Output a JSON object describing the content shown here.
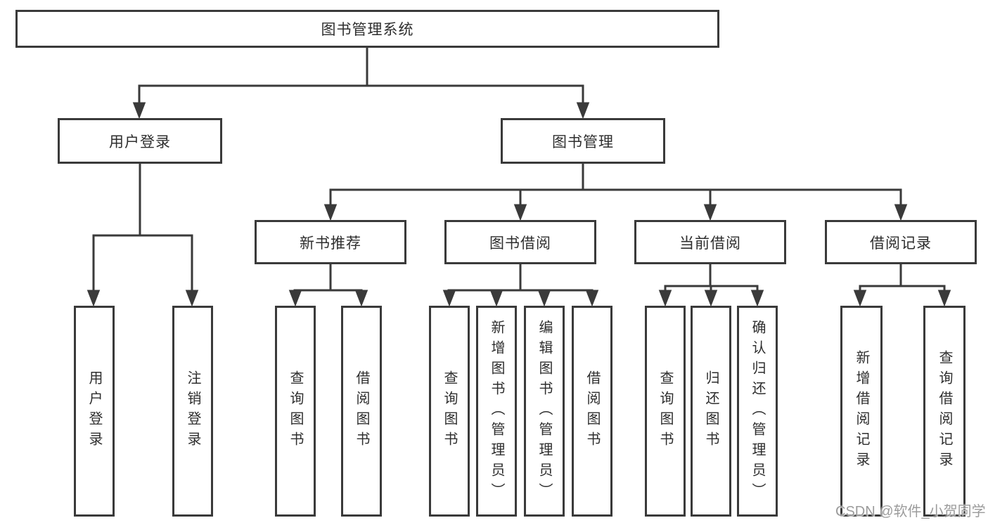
{
  "tree": {
    "label": "图书管理系统",
    "children": [
      {
        "label": "用户登录",
        "children": [
          {
            "label": "用户登录"
          },
          {
            "label": "注销登录"
          }
        ]
      },
      {
        "label": "图书管理",
        "children": [
          {
            "label": "新书推荐",
            "children": [
              {
                "label": "查询图书"
              },
              {
                "label": "借阅图书"
              }
            ]
          },
          {
            "label": "图书借阅",
            "children": [
              {
                "label": "查询图书"
              },
              {
                "label": "新增图书（管理员）"
              },
              {
                "label": "编辑图书（管理员）"
              },
              {
                "label": "借阅图书"
              }
            ]
          },
          {
            "label": "当前借阅",
            "children": [
              {
                "label": "查询图书"
              },
              {
                "label": "归还图书"
              },
              {
                "label": "确认归还（管理员）"
              }
            ]
          },
          {
            "label": "借阅记录",
            "children": [
              {
                "label": "新增借阅记录"
              },
              {
                "label": "查询借阅记录"
              }
            ]
          }
        ]
      }
    ]
  },
  "watermark": {
    "text": "CSDN @软件_小贺同学"
  },
  "colors": {
    "line": "#3a3a3a",
    "text": "#2e2e2e",
    "background": "#ffffff",
    "watermark": "#969696"
  }
}
